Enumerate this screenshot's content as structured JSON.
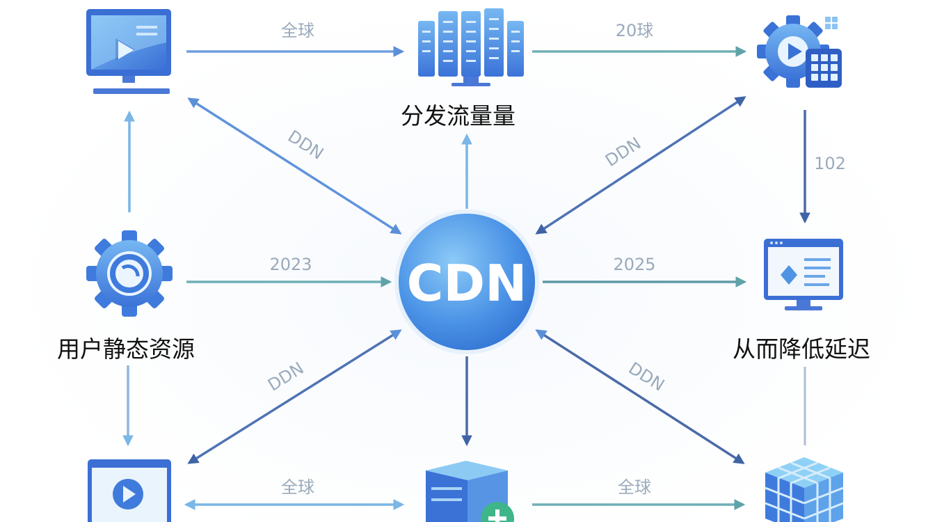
{
  "hub": {
    "label": "CDN"
  },
  "nodes": {
    "top_center": "分发流量量",
    "mid_left": "用户静态资源",
    "mid_right": "从而降低延迟"
  },
  "edges": {
    "top_left_to_top_center": "全球",
    "top_center_to_top_right": "20球",
    "hub_top_left": "DDN",
    "hub_top_right": "DDN",
    "top_right_to_mid_right": "102",
    "mid_left_to_hub": "2023",
    "hub_to_mid_right": "2025",
    "hub_bottom_left": "DDN",
    "hub_bottom_right": "DDN",
    "bottom_left_to_bottom_center": "全球",
    "bottom_center_to_bottom_right": "全球"
  },
  "colors": {
    "primary_blue": "#3d7fe0",
    "light_blue": "#6fb0ee",
    "teal_arrow": "#5fa3a8",
    "dark_arrow": "#4a6fa8",
    "icon_green": "#3fb58a"
  }
}
